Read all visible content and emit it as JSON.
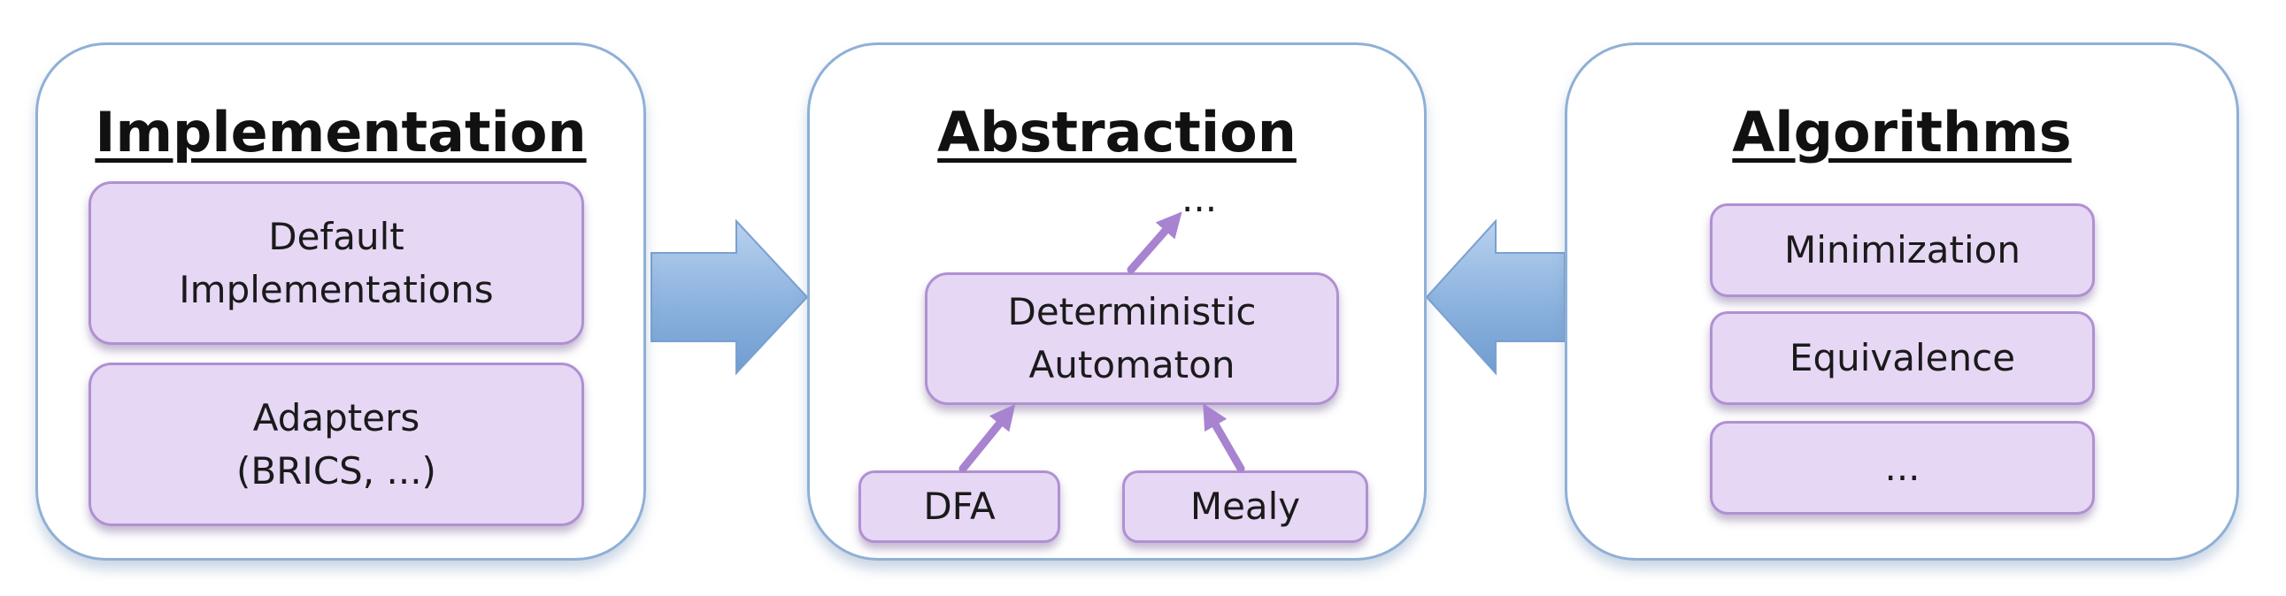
{
  "colors": {
    "panel_border": "#8fb0d6",
    "box_fill": "#e6d7f5",
    "box_border": "#b090d2",
    "flow_arrow": "#7fa7d6",
    "inner_arrow": "#a783d0"
  },
  "implementation": {
    "title": "Implementation",
    "boxes": [
      {
        "line1": "Default",
        "line2": "Implementations"
      },
      {
        "line1": "Adapters",
        "line2": "(BRICS, ...)"
      }
    ]
  },
  "abstraction": {
    "title": "Abstraction",
    "top_ellipsis": "...",
    "deterministic": {
      "line1": "Deterministic",
      "line2": "Automaton"
    },
    "dfa": "DFA",
    "mealy": "Mealy"
  },
  "algorithms": {
    "title": "Algorithms",
    "boxes": [
      "Minimization",
      "Equivalence",
      "..."
    ]
  },
  "arrows": {
    "left_flow": "right-arrow-icon",
    "right_flow": "left-arrow-icon"
  }
}
